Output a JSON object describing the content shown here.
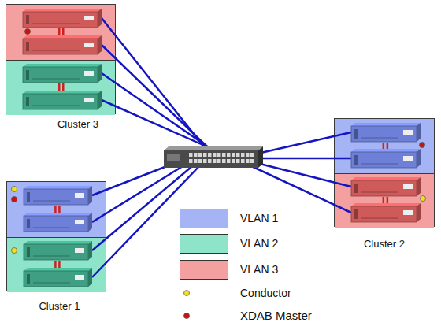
{
  "diagram": {
    "nodes": [
      {
        "text": [
          "Cluster 3"
        ]
      },
      {
        "text": [
          "Cluster 2"
        ]
      },
      {
        "text": [
          "Cluster 1"
        ]
      }
    ],
    "legend": [
      {
        "text": "VLAN 1",
        "color": "#a4b4f4"
      },
      {
        "text": "VLAN 2",
        "color": "#8ee4c8"
      },
      {
        "text": "VLAN 3",
        "color": "#f4a0a0"
      },
      {
        "text": "Conductor"
      },
      {
        "text": "XDAB Master"
      }
    ]
  }
}
